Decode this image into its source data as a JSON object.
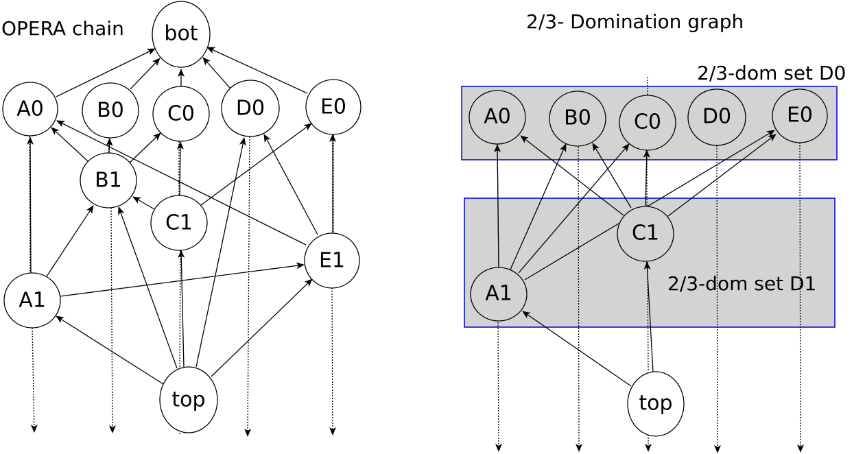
{
  "left_graph": {
    "title": "OPERA chain",
    "nodes": [
      {
        "id": "bot",
        "label": "bot"
      },
      {
        "id": "A0",
        "label": "A0"
      },
      {
        "id": "B0",
        "label": "B0"
      },
      {
        "id": "C0",
        "label": "C0"
      },
      {
        "id": "D0",
        "label": "D0"
      },
      {
        "id": "E0",
        "label": "E0"
      },
      {
        "id": "B1",
        "label": "B1"
      },
      {
        "id": "C1",
        "label": "C1"
      },
      {
        "id": "E1",
        "label": "E1"
      },
      {
        "id": "A1",
        "label": "A1"
      },
      {
        "id": "top",
        "label": "top"
      }
    ]
  },
  "right_graph": {
    "title": "2/3- Domination graph",
    "set_d0_label": "2/3-dom set D0",
    "set_d1_label": "2/3-dom set D1",
    "nodes": [
      {
        "id": "A0",
        "label": "A0"
      },
      {
        "id": "B0",
        "label": "B0"
      },
      {
        "id": "C0",
        "label": "C0"
      },
      {
        "id": "D0",
        "label": "D0"
      },
      {
        "id": "E0",
        "label": "E0"
      },
      {
        "id": "C1",
        "label": "C1"
      },
      {
        "id": "A1",
        "label": "A1"
      },
      {
        "id": "top",
        "label": "top"
      }
    ]
  },
  "colors": {
    "set_fill": "#d3d3d3",
    "set_border": "#0000cc",
    "node_stroke": "#000000",
    "edge": "#000000"
  }
}
